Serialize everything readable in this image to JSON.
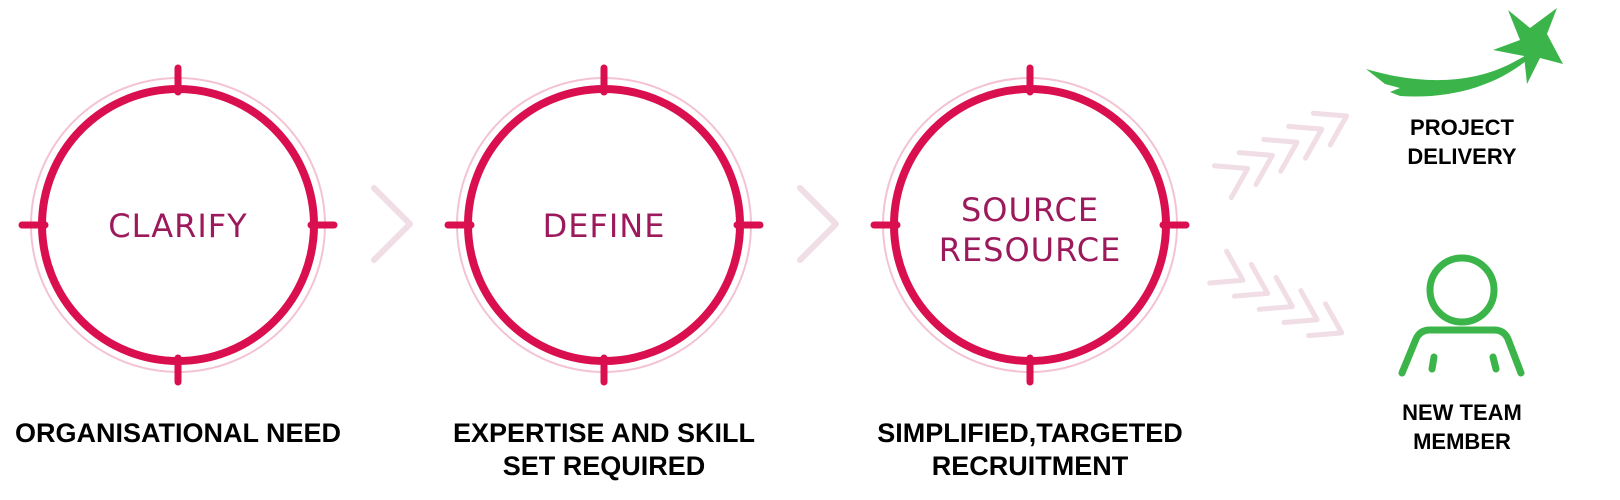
{
  "colors": {
    "ring": "#d90f50",
    "ring_light": "#f4c3d3",
    "step_text": "#9c1a5c",
    "chevron": "#f0dde6",
    "accent_green": "#3bb54a"
  },
  "steps": [
    {
      "title": "CLARIFY",
      "caption_lines": [
        "ORGANISATIONAL NEED"
      ]
    },
    {
      "title": "DEFINE",
      "caption_lines": [
        "EXPERTISE AND SKILL",
        "SET REQUIRED"
      ]
    },
    {
      "title_lines": [
        "SOURCE",
        "RESOURCE"
      ],
      "caption_lines": [
        "SIMPLIFIED,TARGETED",
        "RECRUITMENT"
      ]
    }
  ],
  "outcomes": [
    {
      "icon": "shooting-star-icon",
      "label_lines": [
        "PROJECT",
        "DELIVERY"
      ]
    },
    {
      "icon": "person-icon",
      "label_lines": [
        "NEW TEAM",
        "MEMBER"
      ]
    }
  ]
}
